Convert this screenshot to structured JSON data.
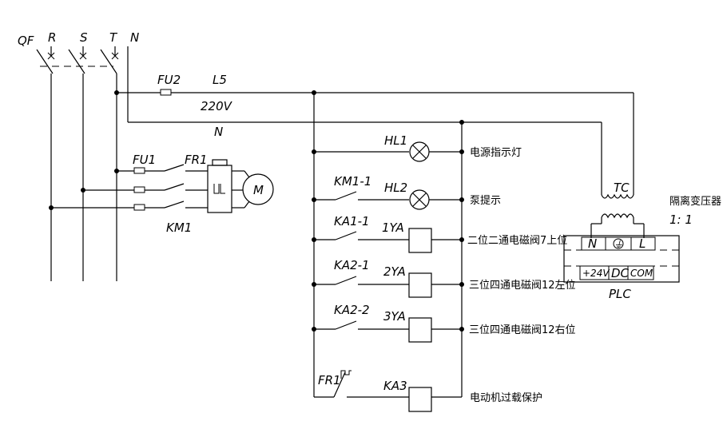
{
  "breaker": {
    "qf": "QF",
    "phases": [
      "R",
      "S",
      "T"
    ],
    "neutral": "N"
  },
  "supply": {
    "fuse": "FU2",
    "line": "L5",
    "voltage": "220V",
    "neutral": "N"
  },
  "motor_circuit": {
    "fuse": "FU1",
    "overload": "FR1",
    "contactor": "KM1",
    "motor": "M"
  },
  "rungs": [
    {
      "contact": "",
      "device": "HL1",
      "description": "电源指示灯"
    },
    {
      "contact": "KM1-1",
      "device": "HL2",
      "description": "泵提示"
    },
    {
      "contact": "KA1-1",
      "device": "1YA",
      "description": "二位二通电磁阀7上位"
    },
    {
      "contact": "KA2-1",
      "device": "2YA",
      "description": "三位四通电磁阀12左位"
    },
    {
      "contact": "KA2-2",
      "device": "3YA",
      "description": "三位四通电磁阀12右位"
    },
    {
      "contact": "FR1",
      "device": "KA3",
      "description": "电动机过载保护"
    }
  ],
  "transformer": {
    "label": "TC",
    "description": "隔离变压器",
    "ratio": "1: 1"
  },
  "plc": {
    "label": "PLC",
    "terminals_top": [
      "N",
      "⏚",
      "L"
    ],
    "terminals_bottom": [
      "+24V",
      "DC",
      "COM"
    ]
  }
}
